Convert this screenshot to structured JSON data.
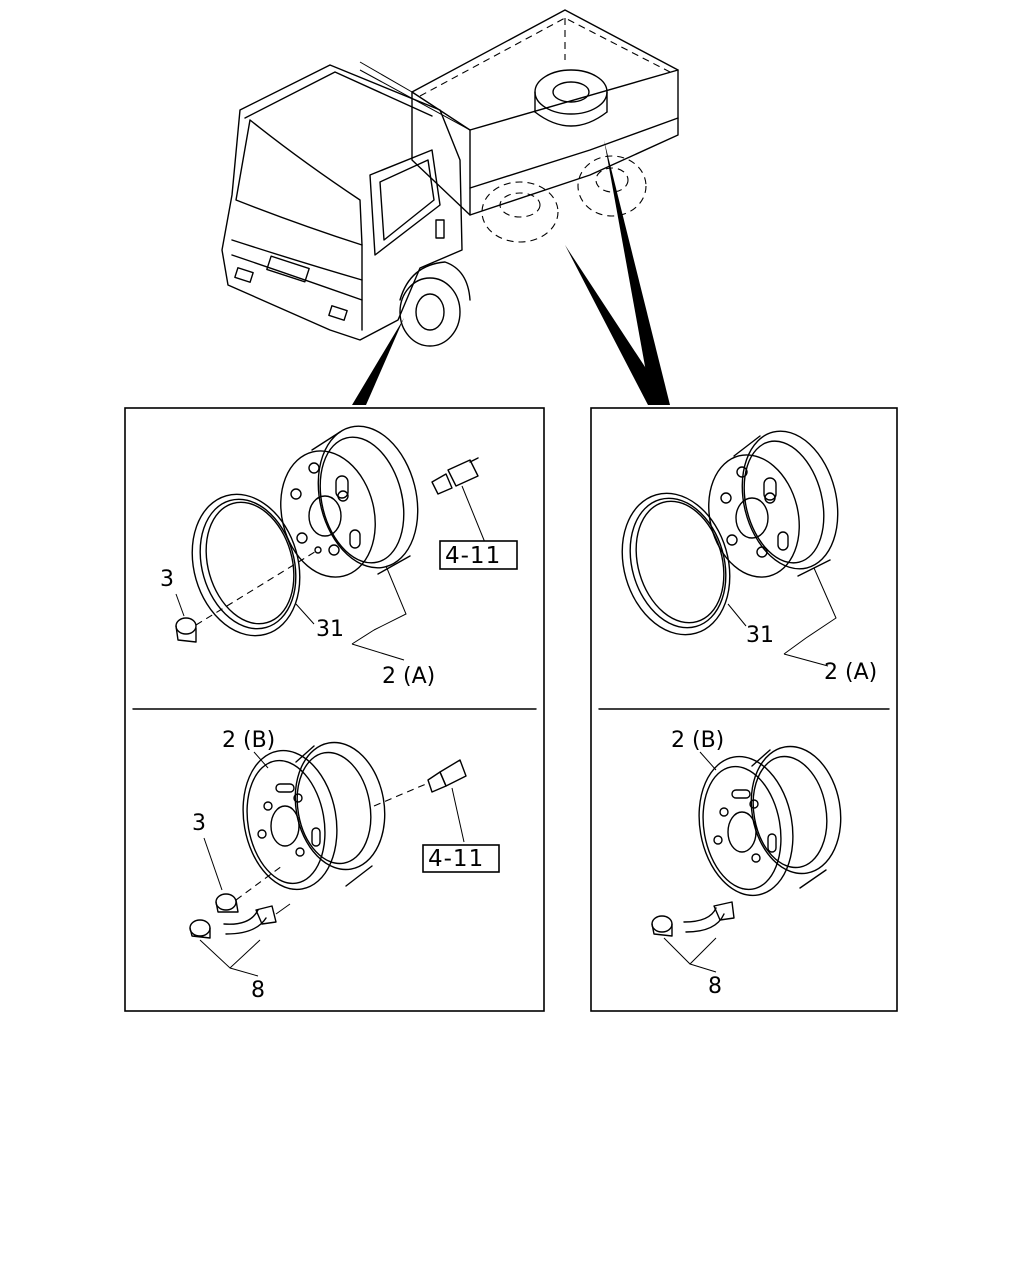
{
  "labels": {
    "left_top": {
      "tire_flap": "31",
      "nut": "3",
      "wheel": "2 (A)",
      "ref": "4-11"
    },
    "left_bottom": {
      "wheel": "2 (B)",
      "nut": "3",
      "ref": "4-11",
      "valve_extension": "8"
    },
    "right_top": {
      "tire_flap": "31",
      "wheel": "2 (A)"
    },
    "right_bottom": {
      "wheel": "2 (B)",
      "valve_extension": "8"
    }
  }
}
